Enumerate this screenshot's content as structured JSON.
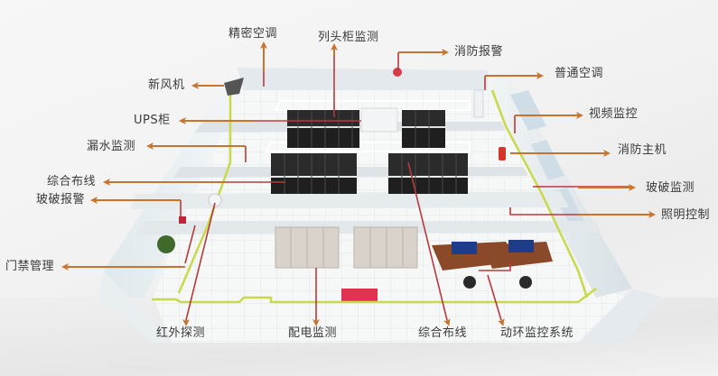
{
  "diagram": {
    "type": "data-center-monitoring-system-overview",
    "colors": {
      "arrow": "#c8742c",
      "lead_line": "#b73a3a",
      "rack": "#2a2a2a",
      "floor_line": "#c9d94a",
      "wall": "#e7ecef",
      "desk": "#8a4a2a",
      "red_mat": "#e0334f"
    },
    "labels": {
      "precision_ac": "精密空调",
      "row_head_cabinet": "列头柜监测",
      "fire_alarm": "消防报警",
      "normal_ac": "普通空调",
      "fresh_air": "新风机",
      "ups": "UPS柜",
      "video": "视频监控",
      "leak": "漏水监测",
      "fire_host": "消防主机",
      "cabling_left": "综合布线",
      "glass_break_right": "玻破监测",
      "glass_break_alarm": "玻破报警",
      "lighting": "照明控制",
      "access_control": "门禁管理",
      "infrared": "红外探测",
      "power": "配电监测",
      "cabling_bottom": "综合布线",
      "dcim": "动环监控系统"
    }
  }
}
